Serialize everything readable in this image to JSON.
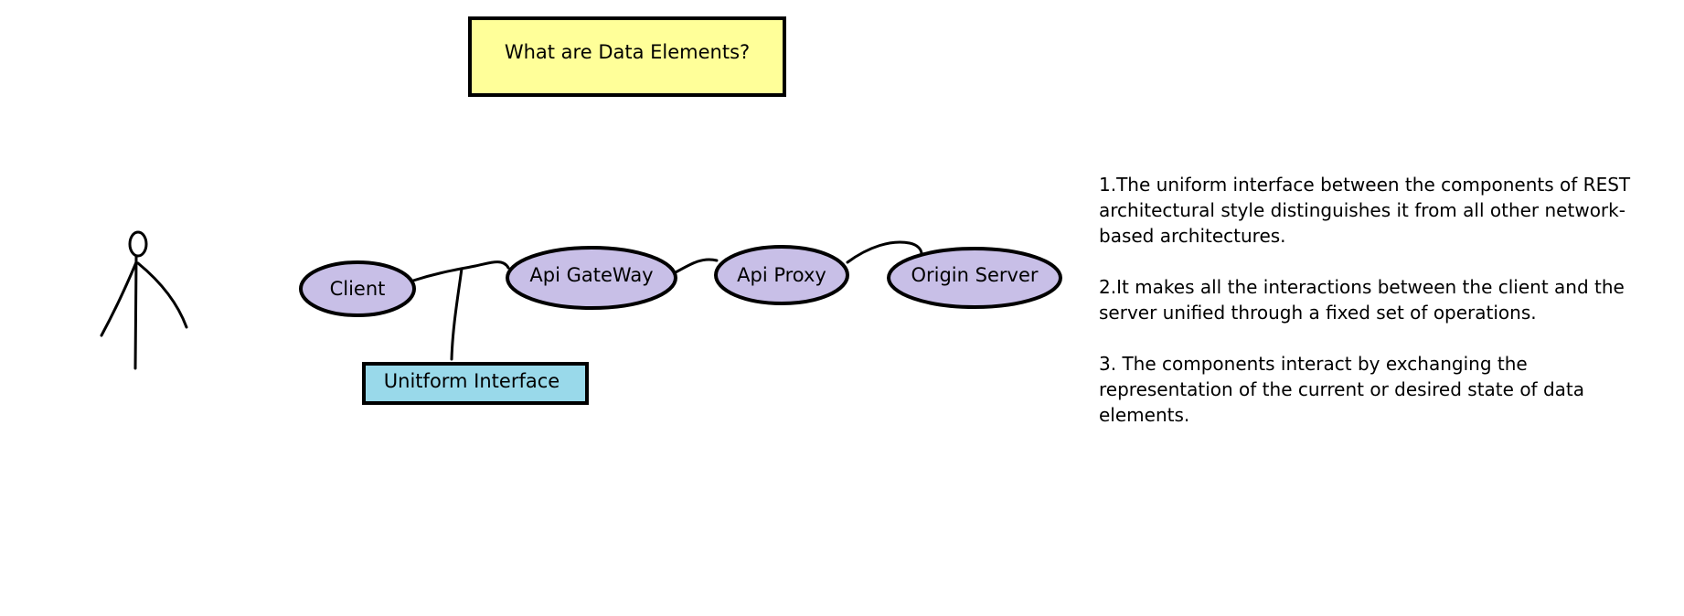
{
  "title": "What are Data Elements?",
  "nodes": {
    "client": "Client",
    "api_gateway": "Api GateWay",
    "api_proxy": "Api Proxy",
    "origin_server": "Origin Server"
  },
  "interface_label": "Unitform Interface",
  "notes": [
    "1.The uniform interface between the components of REST architectural style distinguishes it from all other network-based architectures.",
    "2.It makes all the interactions between the client and the server unified through a fixed set of operations.",
    "3. The components interact by exchanging the representation of the current or desired state of data elements."
  ],
  "colors": {
    "title_fill": "#ffff99",
    "node_fill": "#c8bfe7",
    "interface_fill": "#99d9ea",
    "stroke": "#000000"
  }
}
